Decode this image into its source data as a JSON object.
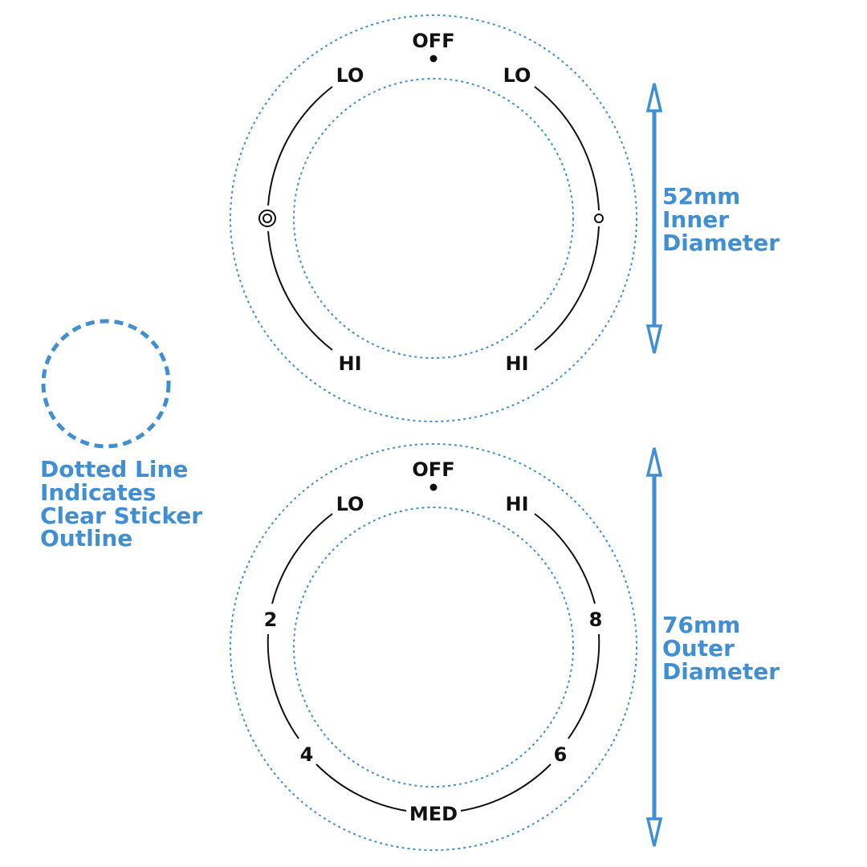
{
  "colors": {
    "accent": "#3f8fd2",
    "ink": "#111111",
    "background": "#ffffff"
  },
  "legend": {
    "lines": [
      "Dotted Line",
      "Indicates",
      "Clear Sticker",
      "Outline"
    ]
  },
  "dimensions": {
    "inner": {
      "lines": [
        "52mm",
        "Inner",
        "Diameter"
      ]
    },
    "outer": {
      "lines": [
        "76mm",
        "Outer",
        "Diameter"
      ]
    }
  },
  "dials": {
    "top": {
      "labels": {
        "off": "OFF",
        "lo_left": "LO",
        "lo_right": "LO",
        "hi_left": "HI",
        "hi_right": "HI"
      },
      "markers": {
        "left": "double-ring-icon",
        "right": "small-ring-icon"
      }
    },
    "bottom": {
      "labels": {
        "off": "OFF",
        "lo": "LO",
        "hi": "HI",
        "two": "2",
        "eight": "8",
        "four": "4",
        "six": "6",
        "med": "MED"
      }
    }
  }
}
